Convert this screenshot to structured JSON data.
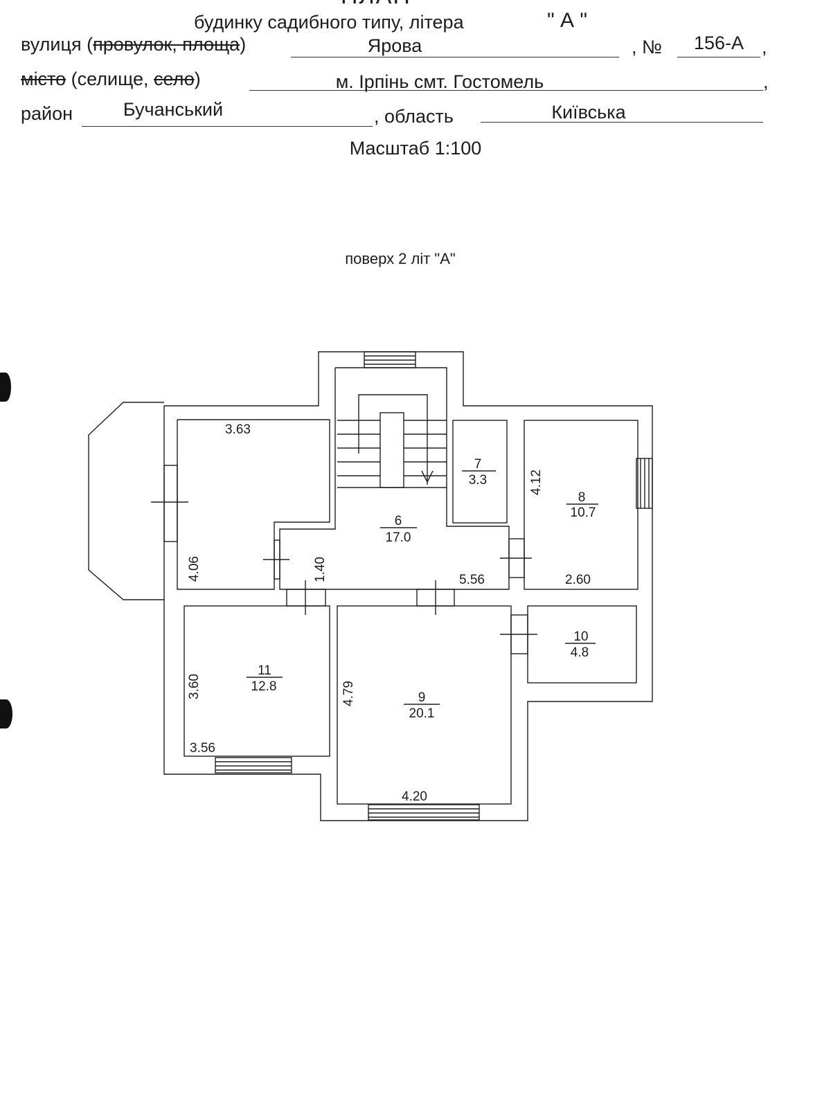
{
  "header": {
    "title_partial": "ПЛАН",
    "subtitle": "будинку садибного типу, літера",
    "litera_letter": "\" А \"",
    "street_label": "вулиця (",
    "street_label_struck": "провулок, площа",
    "street_label_close": ")",
    "street_value": "Ярова",
    "number_prefix": ", №",
    "number_value": "156-А",
    "comma": ",",
    "city_label_struck1": "місто",
    "city_label_mid": " (селище, ",
    "city_label_struck2": "село",
    "city_label_close": ")",
    "city_value": "м. Ірпінь смт. Гостомель",
    "district_label": "район",
    "district_value": "Бучанський",
    "region_prefix": ", область",
    "region_value": "Київська",
    "scale": "Масштаб 1:100"
  },
  "plan": {
    "floor_title": "поверх 2 літ \"А\"",
    "rooms": [
      {
        "id": "6",
        "area": "17.0"
      },
      {
        "id": "7",
        "area": "3.3"
      },
      {
        "id": "8",
        "area": "10.7"
      },
      {
        "id": "9",
        "area": "20.1"
      },
      {
        "id": "10",
        "area": "4.8"
      },
      {
        "id": "11",
        "area": "12.8"
      }
    ],
    "dimensions": {
      "left_room_width": "3.63",
      "left_room_height": "4.06",
      "hall_depth": "1.40",
      "hall_width": "5.56",
      "room8_height": "4.12",
      "room8_width": "2.60",
      "room11_height": "3.60",
      "room11_width": "3.56",
      "room9_height": "4.79",
      "room9_width": "4.20"
    }
  }
}
